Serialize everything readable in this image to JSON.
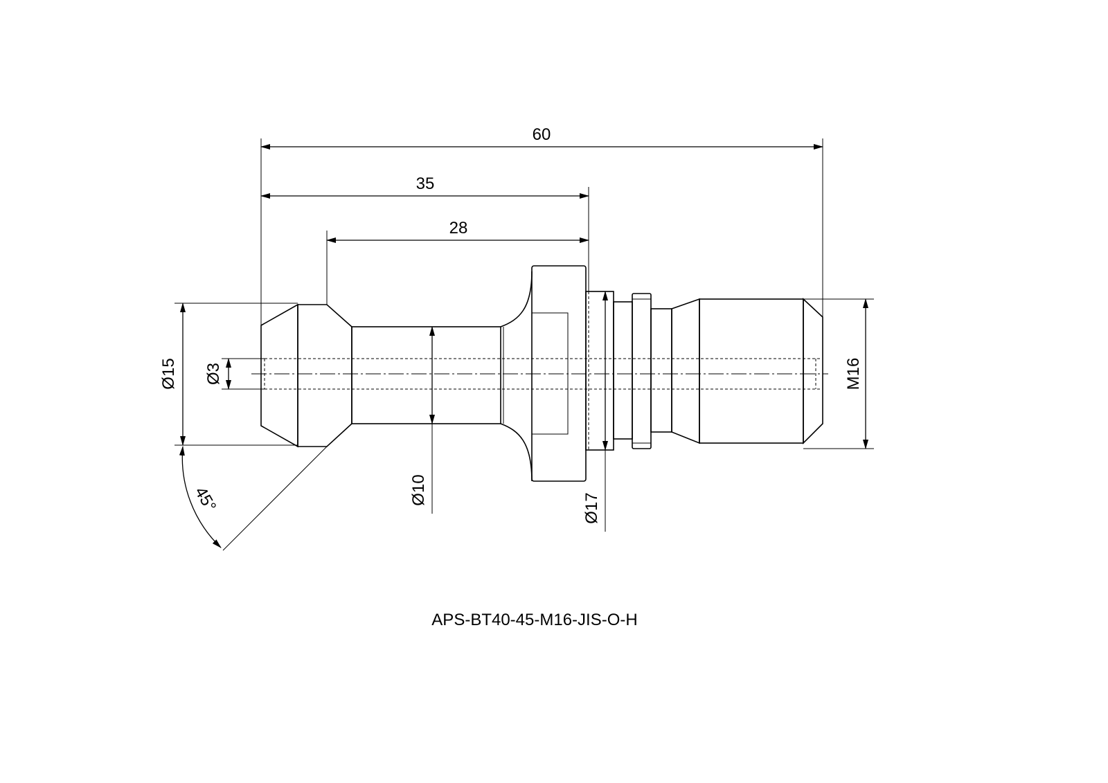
{
  "dimensions": {
    "length_overall": "60",
    "length_35": "35",
    "length_28": "28",
    "dia_head": "Ø15",
    "dia_bore": "Ø3",
    "dia_neck": "Ø10",
    "dia_flange": "Ø17",
    "thread": "M16",
    "angle": "45°"
  },
  "part_number": "APS-BT40-45-M16-JIS-O-H"
}
